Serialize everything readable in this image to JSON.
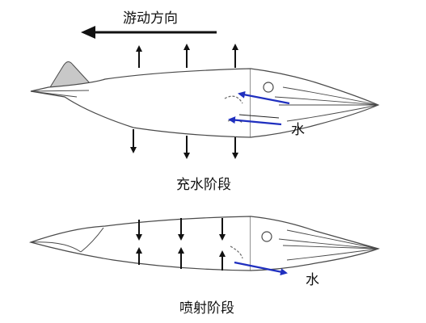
{
  "labels": {
    "swim_direction": "游动方向",
    "water_top": "水",
    "phase_fill": "充水阶段",
    "water_bottom": "水",
    "phase_jet": "喷射阶段"
  },
  "colors": {
    "outline": "#4a4a4a",
    "arrow_black": "#111111",
    "arrow_blue": "#1f2fbf",
    "fin_gray": "#c8c8c8"
  }
}
